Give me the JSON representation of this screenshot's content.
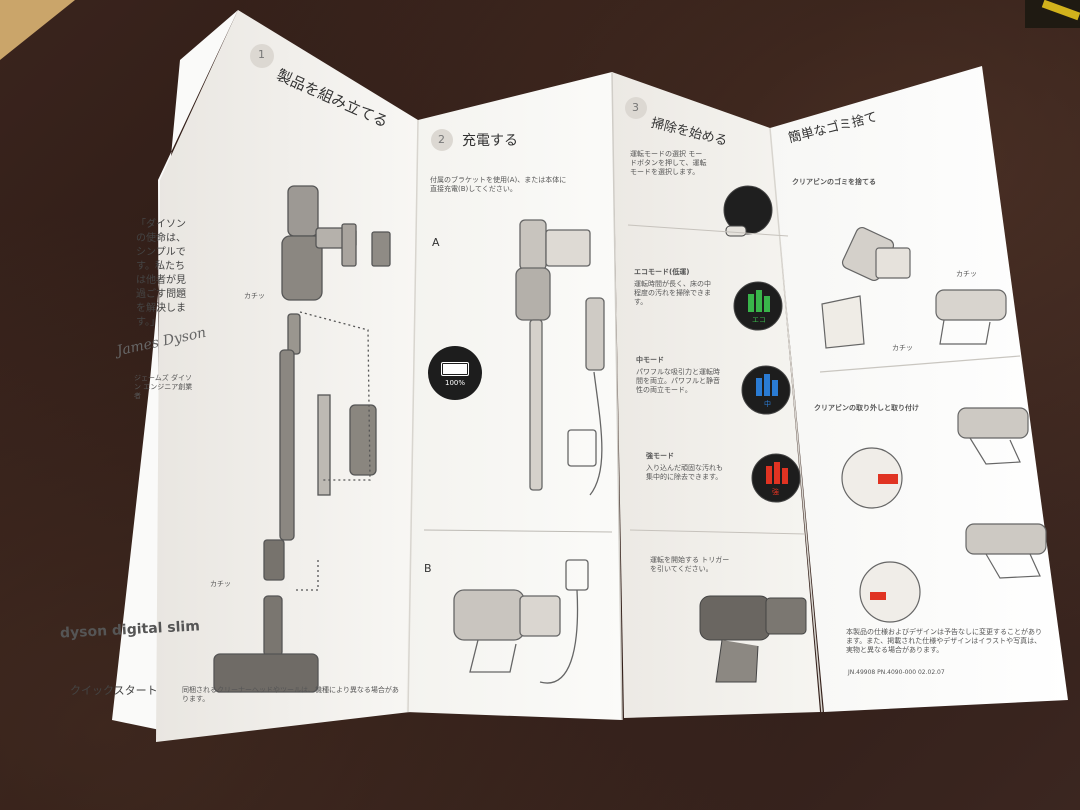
{
  "panel1": {
    "step": "1",
    "title": "製品を組み立てる",
    "quote": "「ダイソンの使命は、シンプルです。私たちは他者が見過ごす問題を解決します。」",
    "signature": "James Dyson",
    "signature_caption": "ジェームズ ダイソン エンジニア創業者",
    "click_label_1": "カチッ",
    "click_label_2": "カチッ",
    "brand": "dyson digital slim",
    "quickstart": "クイックスタート",
    "footnote": "同梱されるクリーナーヘッドやツールは、機種により異なる場合があります。"
  },
  "panel2": {
    "step": "2",
    "title": "充電する",
    "instruction": "付属のブラケットを使用(A)、または本体に直接充電(B)してください。",
    "label_a": "A",
    "label_b": "B",
    "battery": "100%"
  },
  "panel3": {
    "step": "3",
    "title": "掃除を始める",
    "mode_select": "運転モードの選択 モードボタンを押して、運転モードを選択します。",
    "eco_title": "エコモード(低運)",
    "eco_text": "運転時間が長く、床の中程度の汚れを掃除できます。",
    "eco_badge": "エコ",
    "mid_title": "中モード",
    "mid_text": "パワフルな吸引力と運転時間を両立。パワフルと静音性の両立モード。",
    "mid_badge": "中",
    "strong_title": "強モード",
    "strong_text": "入り込んだ頑固な汚れも集中的に除去できます。",
    "strong_badge": "強",
    "trigger": "運転を開始する トリガーを引いてください。"
  },
  "panel4": {
    "title": "簡単なゴミ捨て",
    "bin_empty": "クリアビンのゴミを捨てる",
    "click_label_1": "カチッ",
    "click_label_2": "カチッ",
    "bin_remove": "クリアビンの取り外しと取り付け",
    "note": "本製品の仕様およびデザインは予告なしに変更することがあります。また、掲載された仕様やデザインはイラストや写真は、実物と異なる場合があります。",
    "code": "JN.49908 PN.4090-000 02.02.07"
  },
  "colors": {
    "paper": "#f7f7f5",
    "paper_shade": "#ebe9e5",
    "eco_green": "#39b54a",
    "mid_blue": "#2a7bd3",
    "strong_red": "#e03322"
  }
}
